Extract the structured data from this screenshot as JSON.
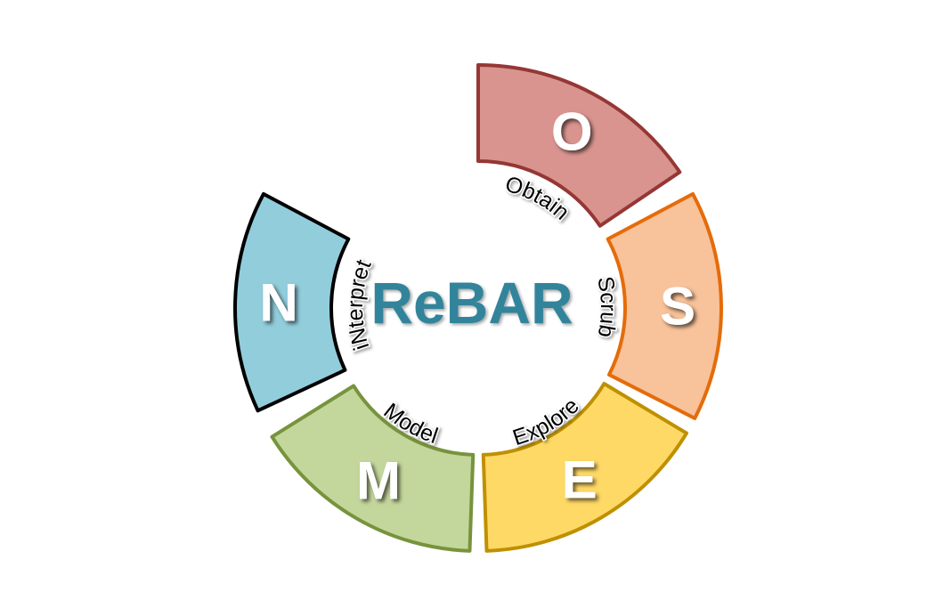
{
  "title": {
    "text": "ReBAR",
    "color": "#31849b"
  },
  "segments": [
    {
      "letter": "O",
      "label": "Obtain",
      "fill": "#d9948f",
      "stroke": "#953735"
    },
    {
      "letter": "S",
      "label": "Scrub",
      "fill": "#f8c29a",
      "stroke": "#e46c0a"
    },
    {
      "letter": "E",
      "label": "Explore",
      "fill": "#ffd966",
      "stroke": "#bf9000"
    },
    {
      "letter": "M",
      "label": "Model",
      "fill": "#c3d69b",
      "stroke": "#77933c"
    },
    {
      "letter": "N",
      "label": "iNterpret",
      "fill": "#92cddc",
      "stroke": "#000000"
    }
  ]
}
